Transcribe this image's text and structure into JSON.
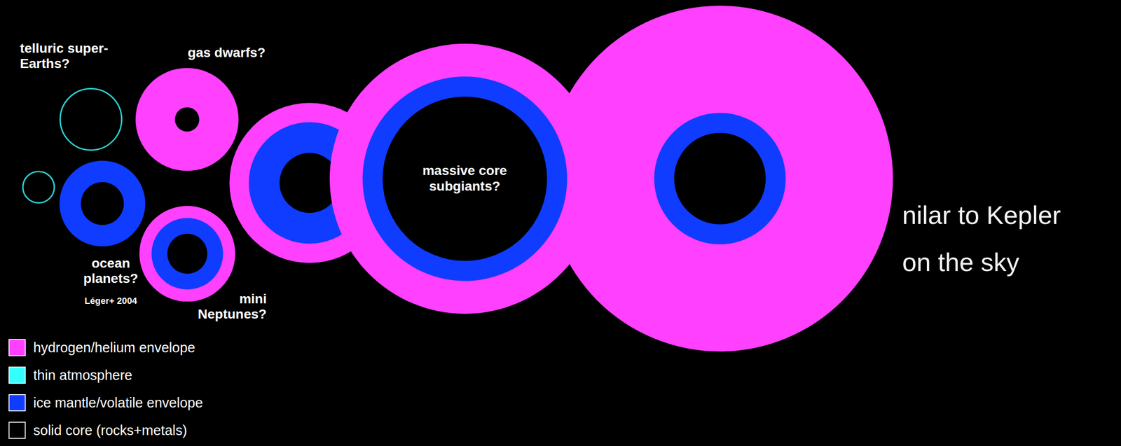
{
  "diagram": {
    "nodes": [
      {
        "text": [
          "telluric super-Earths?"
        ]
      },
      {
        "text": [
          "gas dwarfs?"
        ]
      },
      {
        "text": [
          "ocean planets?",
          "Léger+ 2004"
        ]
      },
      {
        "text": [
          "mini Neptunes?"
        ]
      },
      {
        "text": [
          "massive core subgiants?"
        ]
      }
    ],
    "labels": [
      "nilar to Kepler",
      "on the sky"
    ],
    "legend": [
      {
        "text": "hydrogen/helium envelope",
        "color": "#ff40ff"
      },
      {
        "text": "thin atmosphere",
        "color": "#33ffff"
      },
      {
        "text": "ice mantle/volatile envelope",
        "color": "#0f3cff"
      },
      {
        "text": "solid core (rocks+metals)",
        "color": "#000000"
      }
    ]
  }
}
